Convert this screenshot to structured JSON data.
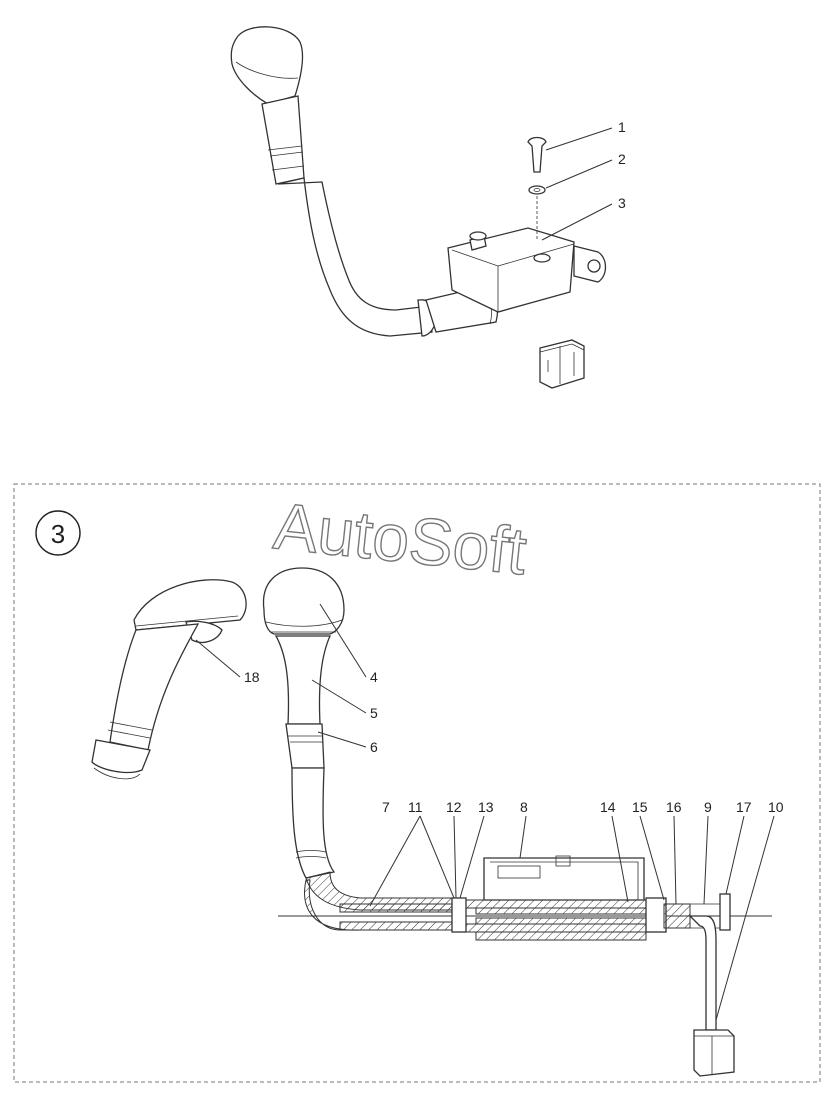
{
  "view_number": "3",
  "watermark": "AutoSoft",
  "top_callouts": [
    "1",
    "2",
    "3"
  ],
  "section_callouts": [
    "4",
    "5",
    "6",
    "7",
    "8",
    "9",
    "10",
    "11",
    "12",
    "13",
    "14",
    "15",
    "16",
    "17",
    "18"
  ]
}
